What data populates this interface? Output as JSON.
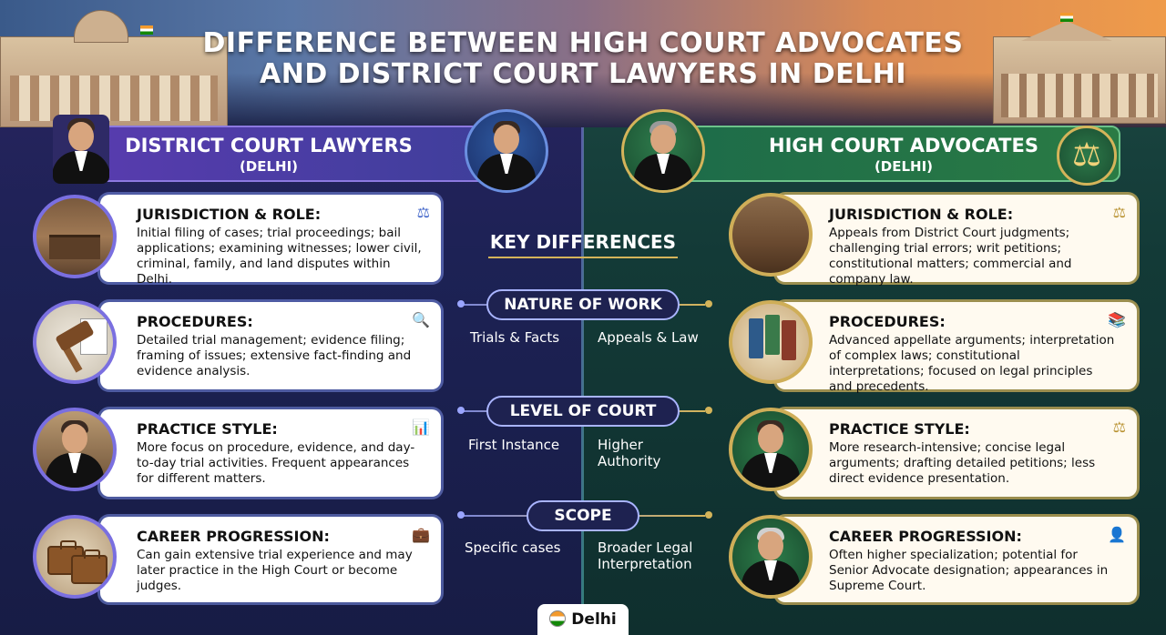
{
  "title": {
    "line1": "DIFFERENCE BETWEEN HIGH COURT ADVOCATES",
    "line2": "AND DISTRICT COURT LAWYERS IN DELHI"
  },
  "left_header": {
    "title": "DISTRICT COURT LAWYERS",
    "subtitle": "(DELHI)"
  },
  "right_header": {
    "title": "HIGH COURT ADVOCATES",
    "subtitle": "(DELHI)"
  },
  "left_cards": [
    {
      "title": "JURISDICTION & ROLE:",
      "text": "Initial filing of cases; trial proceedings; bail applications; examining witnesses; lower civil, criminal, family, and land disputes within Delhi.",
      "icon": "scale-icon"
    },
    {
      "title": "PROCEDURES:",
      "text": "Detailed trial management; evidence filing; framing of issues; extensive fact-finding and evidence analysis.",
      "icon": "document-search-icon"
    },
    {
      "title": "PRACTICE STYLE:",
      "text": "More focus on procedure, evidence, and day-to-day trial activities. Frequent appearances for different matters.",
      "icon": "chart-icon"
    },
    {
      "title": "CAREER PROGRESSION:",
      "text": "Can gain extensive trial experience and may later practice in the High Court or become judges.",
      "icon": "briefcase-icon"
    }
  ],
  "right_cards": [
    {
      "title": "JURISDICTION & ROLE:",
      "text": "Appeals from District Court judgments; challenging trial errors; writ petitions; constitutional matters; commercial and company law.",
      "icon": "scale-icon"
    },
    {
      "title": "PROCEDURES:",
      "text": "Advanced appellate arguments; interpretation of complex laws; constitutional interpretations; focused on legal principles and precedents.",
      "icon": "books-icon"
    },
    {
      "title": "PRACTICE STYLE:",
      "text": "More research-intensive; concise legal arguments; drafting detailed petitions; less direct evidence presentation.",
      "icon": "scale-icon"
    },
    {
      "title": "CAREER PROGRESSION:",
      "text": "Often higher specialization; potential for Senior Advocate designation; appearances in Supreme Court.",
      "icon": "person-icon"
    }
  ],
  "key_differences": {
    "title": "KEY DIFFERENCES",
    "items": [
      {
        "label": "NATURE OF WORK",
        "left": "Trials & Facts",
        "right": "Appeals & Law"
      },
      {
        "label": "LEVEL OF COURT",
        "left": "First Instance",
        "right": "Higher Authority"
      },
      {
        "label": "SCOPE",
        "left": "Specific cases",
        "right": "Broader Legal Interpretation"
      }
    ]
  },
  "footer_tag": "Delhi",
  "colors": {
    "left_accent": "#5a3bb0",
    "right_accent": "#2a7b44",
    "gold": "#d4b45a"
  }
}
